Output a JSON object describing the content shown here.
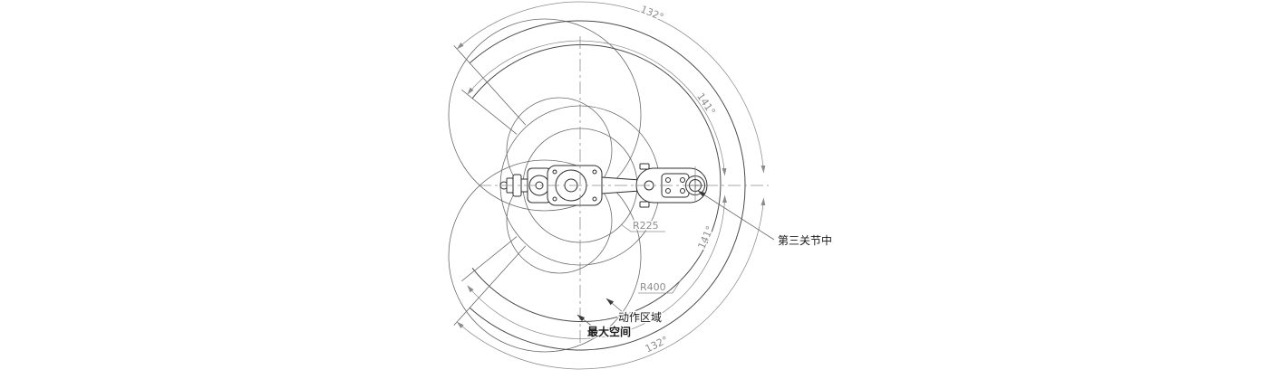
{
  "dims": {
    "top_132": "132°",
    "upper_141": "141°",
    "lower_141": "141°",
    "bottom_132": "132°",
    "r225": "R225",
    "r400": "R400"
  },
  "labels": {
    "third_joint": "第三关节中",
    "action_area": "动作区域",
    "max_space": "最大空间"
  },
  "colors": {
    "object_line": "#4a4a4a",
    "dimension_line": "#8c8c8c",
    "label_text": "#1a1a1a",
    "background": "#ffffff"
  }
}
